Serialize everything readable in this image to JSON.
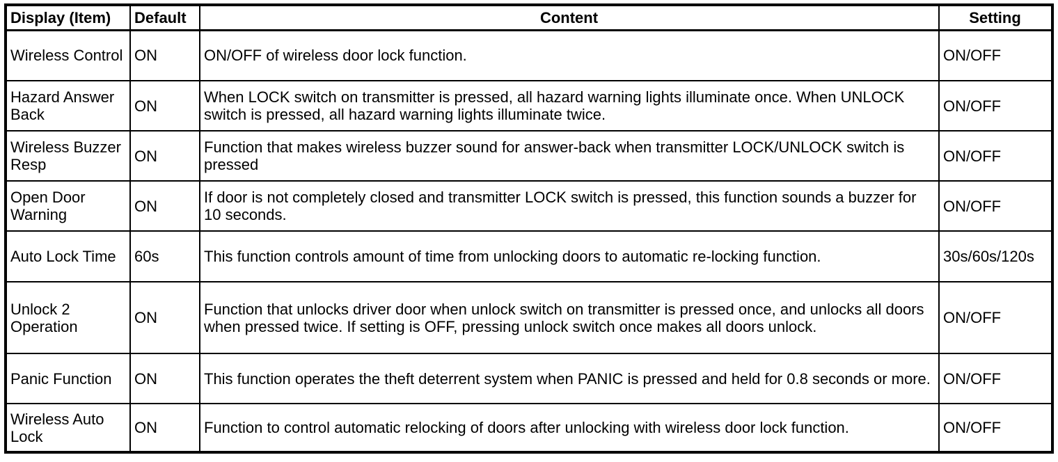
{
  "colors": {
    "border": "#000000",
    "text": "#000000",
    "background": "#ffffff"
  },
  "table": {
    "columns": {
      "item": "Display (Item)",
      "default": "Default",
      "content": "Content",
      "setting": "Setting"
    },
    "rows": [
      {
        "item": "Wireless Control",
        "default": "ON",
        "content": "ON/OFF of wireless door lock function.",
        "setting": "ON/OFF"
      },
      {
        "item": "Hazard Answer Back",
        "default": "ON",
        "content": "When LOCK switch on transmitter is pressed, all hazard warning lights illuminate once. When UNLOCK switch is pressed, all hazard warning lights illuminate twice.",
        "setting": "ON/OFF"
      },
      {
        "item": "Wireless Buzzer Resp",
        "default": "ON",
        "content": "Function that makes wireless buzzer sound for answer-back when transmitter LOCK/UNLOCK switch is pressed",
        "setting": "ON/OFF"
      },
      {
        "item": "Open Door Warning",
        "default": "ON",
        "content": "If door is not completely closed and transmitter LOCK switch is pressed, this function sounds a buzzer for 10 seconds.",
        "setting": "ON/OFF"
      },
      {
        "item": "Auto Lock Time",
        "default": "60s",
        "content": "This function controls amount of time from unlocking doors to automatic re-locking function.",
        "setting": "30s/60s/120s"
      },
      {
        "item": "Unlock 2 Operation",
        "default": "ON",
        "content": "Function that unlocks driver door when unlock switch on transmitter is pressed once, and unlocks all doors when pressed twice. If setting is OFF, pressing unlock switch once makes all doors unlock.",
        "setting": "ON/OFF"
      },
      {
        "item": "Panic Function",
        "default": "ON",
        "content": "This function operates the theft deterrent system when PANIC is pressed and held for 0.8 seconds or more.",
        "setting": "ON/OFF"
      },
      {
        "item": "Wireless Auto Lock",
        "default": "ON",
        "content": "Function to control automatic relocking of doors after unlocking with wireless door lock function.",
        "setting": "ON/OFF"
      }
    ]
  }
}
